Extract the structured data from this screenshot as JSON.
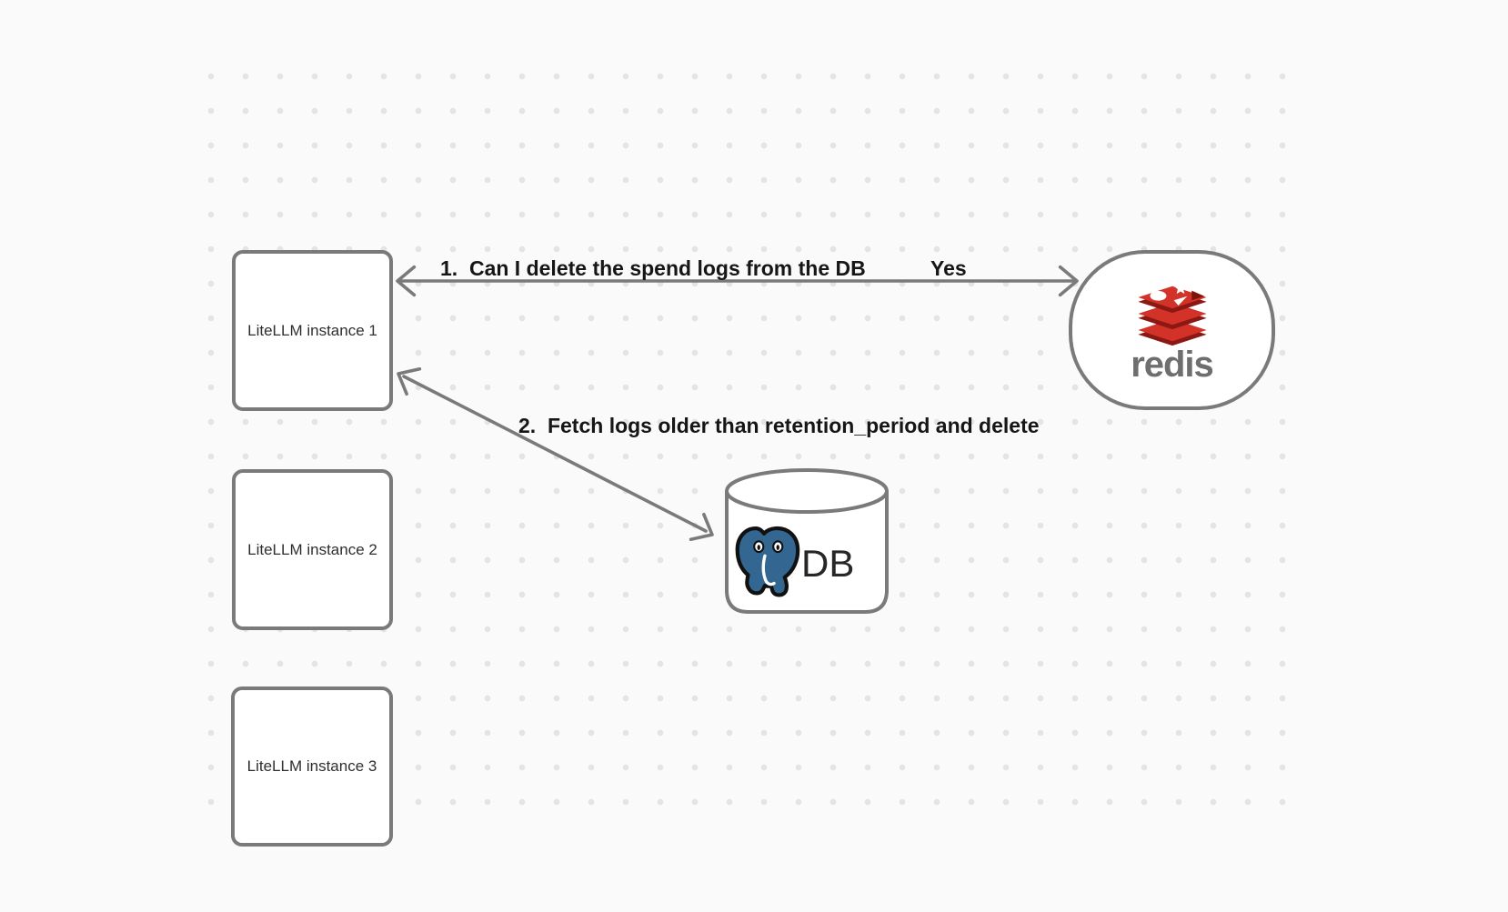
{
  "canvas": {
    "background": "#fafafa",
    "dot_color": "#e4e4e4",
    "stroke_color": "#7a7a7a",
    "text_color": "#161616"
  },
  "nodes": {
    "instance1": {
      "label": "LiteLLM instance 1"
    },
    "instance2": {
      "label": "LiteLLM instance 2"
    },
    "instance3": {
      "label": "LiteLLM instance 3"
    },
    "redis": {
      "wordmark": "redis",
      "icon": "redis-logo-icon",
      "brand_red": "#d23227",
      "brand_red_dark": "#8c1813",
      "wordmark_color": "#6e6e6e"
    },
    "db": {
      "label": "DB",
      "icon": "postgresql-elephant-icon",
      "elephant_blue": "#336791"
    }
  },
  "arrows": {
    "step1": {
      "label": "1.  Can I delete the spend logs from the DB",
      "response": "Yes"
    },
    "step2": {
      "label": "2.  Fetch logs older than retention_period and delete"
    }
  }
}
